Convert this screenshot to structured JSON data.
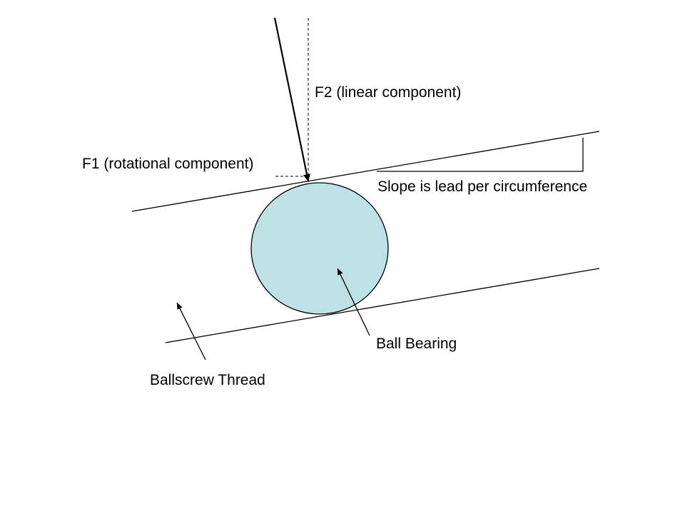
{
  "labels": {
    "f2": "F2 (linear component)",
    "f1": "F1 (rotational component)",
    "slope": "Slope is lead per circumference",
    "ball": "Ball Bearing",
    "thread": "Ballscrew Thread"
  },
  "colors": {
    "ball_fill": "#bde1e5",
    "stroke": "#000000",
    "background": "#ffffff"
  }
}
